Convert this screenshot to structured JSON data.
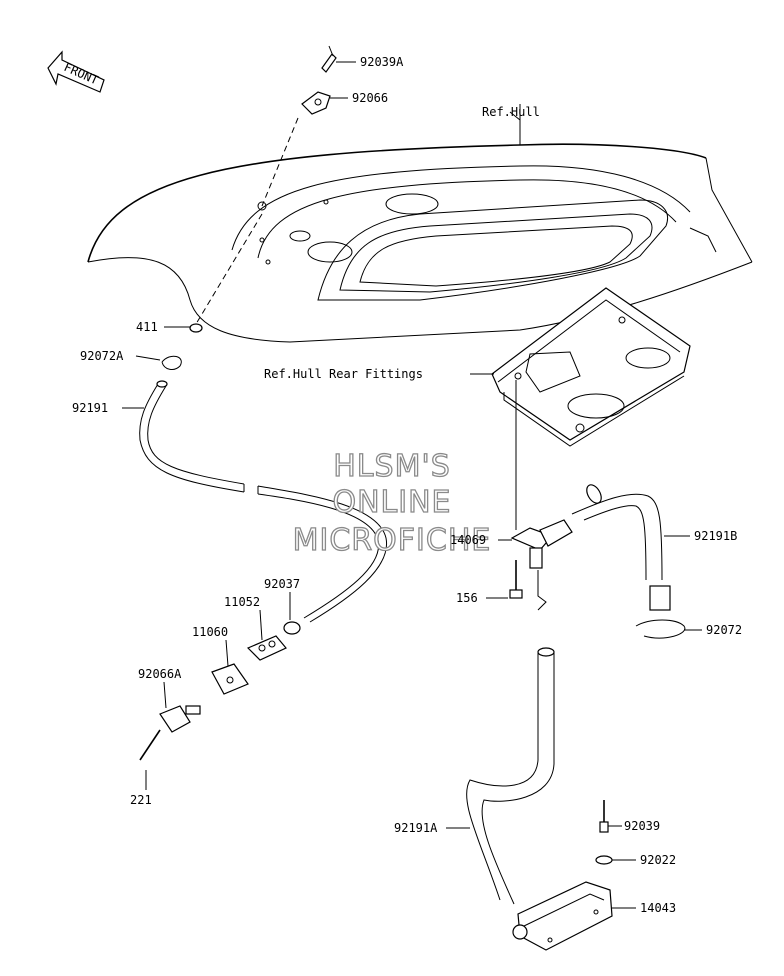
{
  "front_label": "FRONT",
  "watermark": {
    "line1": "HLSM'S",
    "line2": "ONLINE",
    "line3": "MICROFICHE"
  },
  "refs": {
    "hull": "Ref.Hull",
    "rear_fittings": "Ref.Hull Rear Fittings"
  },
  "parts": {
    "p92039A": "92039A",
    "p92066": "92066",
    "p411": "411",
    "p92072A": "92072A",
    "p92191": "92191",
    "p92037": "92037",
    "p11052": "11052",
    "p11060": "11060",
    "p92066A": "92066A",
    "p221": "221",
    "p14069": "14069",
    "p156": "156",
    "p92191B": "92191B",
    "p92072": "92072",
    "p92191A": "92191A",
    "p92039": "92039",
    "p92022": "92022",
    "p14043": "14043"
  }
}
